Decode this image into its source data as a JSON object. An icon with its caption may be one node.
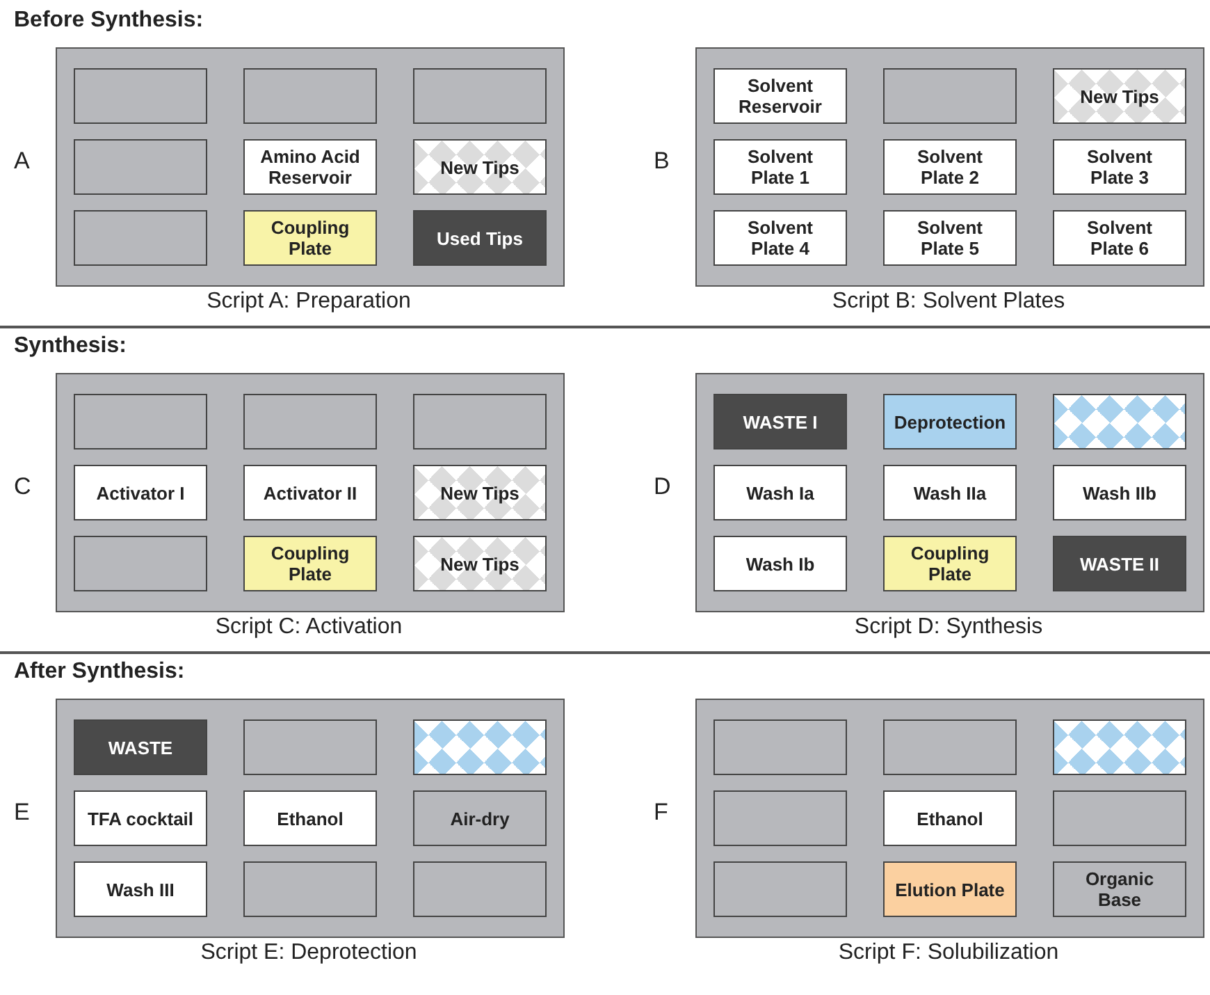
{
  "diagram": {
    "nodes": [
      {
        "text": [],
        "shape": "box",
        "beside": [
          "A",
          "Script A: Preparation"
        ]
      },
      {
        "text": [],
        "shape": "box",
        "in": 0
      },
      {
        "text": [],
        "shape": "box",
        "in": 0
      },
      {
        "text": [],
        "shape": "box",
        "in": 0
      },
      {
        "text": [],
        "shape": "box",
        "in": 0
      },
      {
        "text": [
          "Amino Acid Reservoir"
        ],
        "in": 0
      },
      {
        "text": [
          "New Tips"
        ],
        "in": 0
      },
      {
        "text": [],
        "shape": "box",
        "in": 0
      },
      {
        "text": [
          "Coupling Plate"
        ],
        "in": 0
      },
      {
        "text": [
          "Used Tips"
        ],
        "in": 0
      },
      {
        "text": [],
        "shape": "box",
        "beside": [
          "B",
          "Script B: Solvent Plates"
        ]
      },
      {
        "text": [
          "Solvent Reservoir"
        ],
        "in": 10
      },
      {
        "text": [],
        "shape": "box",
        "in": 10
      },
      {
        "text": [
          "New Tips"
        ],
        "in": 10
      },
      {
        "text": [
          "Solvent Plate 1"
        ],
        "in": 10
      },
      {
        "text": [
          "Solvent Plate 2"
        ],
        "in": 10
      },
      {
        "text": [
          "Solvent Plate 3"
        ],
        "in": 10
      },
      {
        "text": [
          "Solvent Plate 4"
        ],
        "in": 10
      },
      {
        "text": [
          "Solvent Plate 5"
        ],
        "in": 10
      },
      {
        "text": [
          "Solvent Plate 6"
        ],
        "in": 10
      },
      {
        "text": [],
        "shape": "box",
        "beside": [
          "C",
          "Script C: Activation"
        ]
      },
      {
        "text": [],
        "shape": "box",
        "in": 20
      },
      {
        "text": [],
        "shape": "box",
        "in": 20
      },
      {
        "text": [],
        "shape": "box",
        "in": 20
      },
      {
        "text": [
          "Activator I"
        ],
        "in": 20
      },
      {
        "text": [
          "Activator II"
        ],
        "in": 20
      },
      {
        "text": [
          "New Tips"
        ],
        "in": 20
      },
      {
        "text": [],
        "shape": "box",
        "in": 20
      },
      {
        "text": [
          "Coupling Plate"
        ],
        "in": 20
      },
      {
        "text": [
          "New Tips"
        ],
        "in": 20
      },
      {
        "text": [],
        "shape": "box",
        "beside": [
          "D",
          "Script D: Synthesis"
        ]
      },
      {
        "text": [
          "WASTE I"
        ],
        "in": 30
      },
      {
        "text": [
          "Deprotection"
        ],
        "in": 30
      },
      {
        "text": [],
        "shape": "box",
        "in": 30
      },
      {
        "text": [
          "Wash Ia"
        ],
        "in": 30
      },
      {
        "text": [
          "Wash IIa"
        ],
        "in": 30
      },
      {
        "text": [
          "Wash IIb"
        ],
        "in": 30
      },
      {
        "text": [
          "Wash Ib"
        ],
        "in": 30
      },
      {
        "text": [
          "Coupling Plate"
        ],
        "in": 30
      },
      {
        "text": [
          "WASTE II"
        ],
        "in": 30
      },
      {
        "text": [],
        "shape": "box",
        "beside": [
          "E",
          "Script E: Deprotection"
        ]
      },
      {
        "text": [
          "WASTE"
        ],
        "in": 40
      },
      {
        "text": [],
        "shape": "box",
        "in": 40
      },
      {
        "text": [],
        "shape": "box",
        "in": 40
      },
      {
        "text": [
          "TFA cocktail"
        ],
        "in": 40
      },
      {
        "text": [
          "Ethanol"
        ],
        "in": 40
      },
      {
        "text": [
          "Air-dry"
        ],
        "in": 40
      },
      {
        "text": [
          "Wash III"
        ],
        "in": 40
      },
      {
        "text": [],
        "shape": "box",
        "in": 40
      },
      {
        "text": [],
        "shape": "box",
        "in": 40
      },
      {
        "text": [],
        "shape": "box",
        "beside": [
          "F",
          "Script F: Solubilization"
        ]
      },
      {
        "text": [],
        "shape": "box",
        "in": 50
      },
      {
        "text": [],
        "shape": "box",
        "in": 50
      },
      {
        "text": [],
        "shape": "box",
        "in": 50
      },
      {
        "text": [],
        "shape": "box",
        "in": 50
      },
      {
        "text": [
          "Ethanol"
        ],
        "in": 50
      },
      {
        "text": [],
        "shape": "box",
        "in": 50
      },
      {
        "text": [],
        "shape": "box",
        "in": 50
      },
      {
        "text": [
          "Elution Plate"
        ],
        "in": 50
      },
      {
        "text": [
          "Organic Base"
        ],
        "in": 50
      }
    ],
    "labels": [
      "Before Synthesis:",
      "Synthesis:",
      "After Synthesis:"
    ]
  }
}
